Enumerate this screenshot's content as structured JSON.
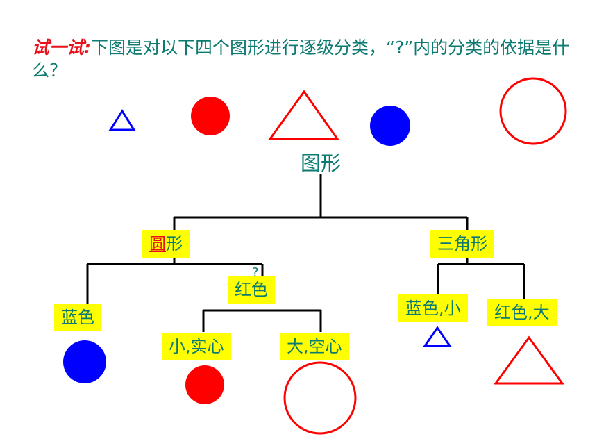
{
  "question": {
    "lead": "试一试:",
    "text": "下图是对以下四个图形进行逐级分类，“?”内的分类的依据是什么？"
  },
  "tree": {
    "root": "图形",
    "circle_branch": {
      "accent": "圆",
      "rest": "形"
    },
    "triangle_branch": "三角形",
    "blue_node": "蓝色",
    "red_node": "红色",
    "small_solid_node": "小,实心",
    "large_hollow_node": "大,空心",
    "blue_small_node": "蓝色,小",
    "red_large_node": "红色,大",
    "stray_mark": "?"
  },
  "colors": {
    "red": "#ff0000",
    "blue": "#0000ff",
    "teal_text": "#0b7a70",
    "highlight": "#ffff00"
  }
}
